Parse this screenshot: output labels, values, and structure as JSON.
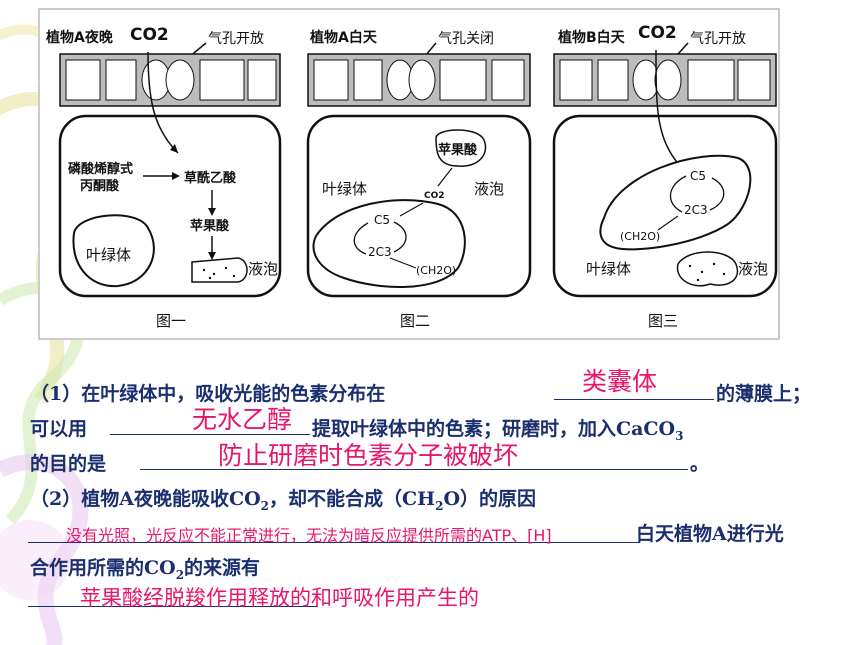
{
  "figure": {
    "panels": [
      {
        "caption": "图一",
        "title": "植物A夜晚",
        "co2": "CO2",
        "stoma": "气孔开放",
        "labels": {
          "pep": "磷酸烯醇式",
          "pep2": "丙酮酸",
          "oaa": "草酰乙酸",
          "malate": "苹果酸",
          "chloroplast": "叶绿体",
          "vacuole": "液泡"
        }
      },
      {
        "caption": "图二",
        "title": "植物A白天",
        "stoma": "气孔关闭",
        "labels": {
          "malate": "苹果酸",
          "chloroplast": "叶绿体",
          "co2": "CO2",
          "vacuole": "液泡",
          "c5": "C5",
          "c3": "2C3",
          "ch2o": "(CH2O)"
        }
      },
      {
        "caption": "图三",
        "title": "植物B白天",
        "co2": "CO2",
        "stoma": "气孔开放",
        "labels": {
          "c5": "C5",
          "c3": "2C3",
          "ch2o": "(CH2O)",
          "chloroplast": "叶绿体",
          "vacuole": "液泡"
        }
      }
    ]
  },
  "question": {
    "q1_line1_a": "（1）在叶绿体中，吸收光能的色素分布在",
    "q1_line1_b": "的薄膜上；",
    "q1_line2_a": "可以用",
    "q1_line2_b": "提取叶绿体中的色素；研磨时，加入CaCO",
    "q1_line2_sub": "3",
    "q1_line3_a": "的目的是",
    "q1_line3_b": "。",
    "q2_line1_a": "（2）植物A夜晚能吸收CO",
    "q2_line1_sub": "2",
    "q2_line1_b": "，却不能合成（CH",
    "q2_line1_sub2": "2",
    "q2_line1_c": "O）的原因",
    "q2_line2_end": "白天植物A进行光",
    "q2_line3_a": "合作用所需的CO",
    "q2_line3_sub": "2",
    "q2_line3_b": "的来源有"
  },
  "answers": {
    "a1": "类囊体",
    "a2": "无水乙醇",
    "a3": "防止研磨时色素分子被破坏",
    "a4": "没有光照，光反应不能正常进行，无法为暗反应提供所需的ATP、[H]",
    "a5": "苹果酸经脱羧作用释放的和呼吸作用产生的"
  },
  "colors": {
    "text": "#1b2f6e",
    "answer": "#e8166b"
  }
}
